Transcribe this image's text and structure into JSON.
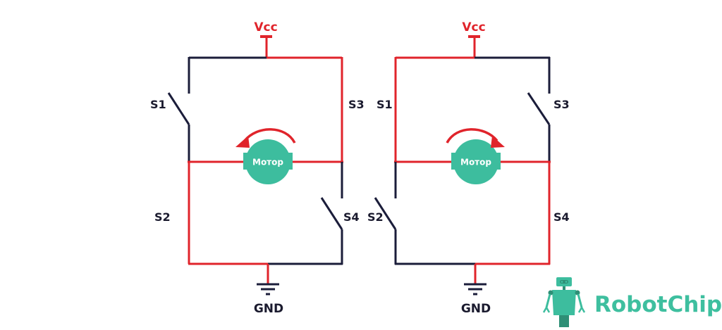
{
  "colors": {
    "active": "#e0242b",
    "inactive": "#1b1d3a",
    "motor": "#3dbd9e",
    "logo": "#3ebf9f",
    "logo_dark": "#2e8f76"
  },
  "circuits": [
    {
      "id": "left",
      "supply_label": "Vcc",
      "ground_label": "GND",
      "motor_label": "Мотор",
      "rotation": "counter-clockwise",
      "switches": [
        {
          "label": "S1",
          "state": "open"
        },
        {
          "label": "S2",
          "state": "closed"
        },
        {
          "label": "S3",
          "state": "closed"
        },
        {
          "label": "S4",
          "state": "open"
        }
      ]
    },
    {
      "id": "right",
      "supply_label": "Vcc",
      "ground_label": "GND",
      "motor_label": "Мотор",
      "rotation": "clockwise",
      "switches": [
        {
          "label": "S1",
          "state": "closed"
        },
        {
          "label": "S2",
          "state": "open"
        },
        {
          "label": "S3",
          "state": "open"
        },
        {
          "label": "S4",
          "state": "closed"
        }
      ]
    }
  ],
  "logo": {
    "text": "RobotChip",
    "icon": "robot-icon"
  }
}
